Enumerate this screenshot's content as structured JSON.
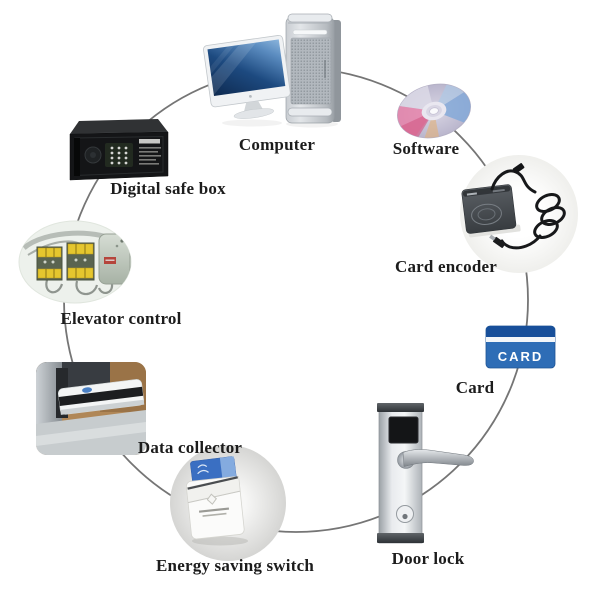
{
  "diagram": {
    "type": "cycle",
    "nodes": [
      {
        "id": "computer",
        "label": "Computer",
        "icon": "computer-illustration"
      },
      {
        "id": "software",
        "label": "Software",
        "icon": "cd-disc-illustration"
      },
      {
        "id": "card-encoder",
        "label": "Card encoder",
        "icon": "card-encoder-illustration"
      },
      {
        "id": "card",
        "label": "Card",
        "icon": "keycard-illustration"
      },
      {
        "id": "door-lock",
        "label": "Door lock",
        "icon": "door-lock-illustration"
      },
      {
        "id": "energy-saving-switch",
        "label": "Energy saving switch",
        "icon": "energy-switch-illustration"
      },
      {
        "id": "data-collector",
        "label": "Data collector",
        "icon": "data-collector-illustration"
      },
      {
        "id": "elevator-control",
        "label": "Elevator control",
        "icon": "elevator-control-illustration"
      },
      {
        "id": "digital-safe-box",
        "label": "Digital safe box",
        "icon": "safe-box-illustration"
      }
    ],
    "card_text": "CARD",
    "colors": {
      "card_blue": "#2e6db6",
      "card_dark_blue": "#17549c",
      "connector_line": "#757575"
    }
  }
}
